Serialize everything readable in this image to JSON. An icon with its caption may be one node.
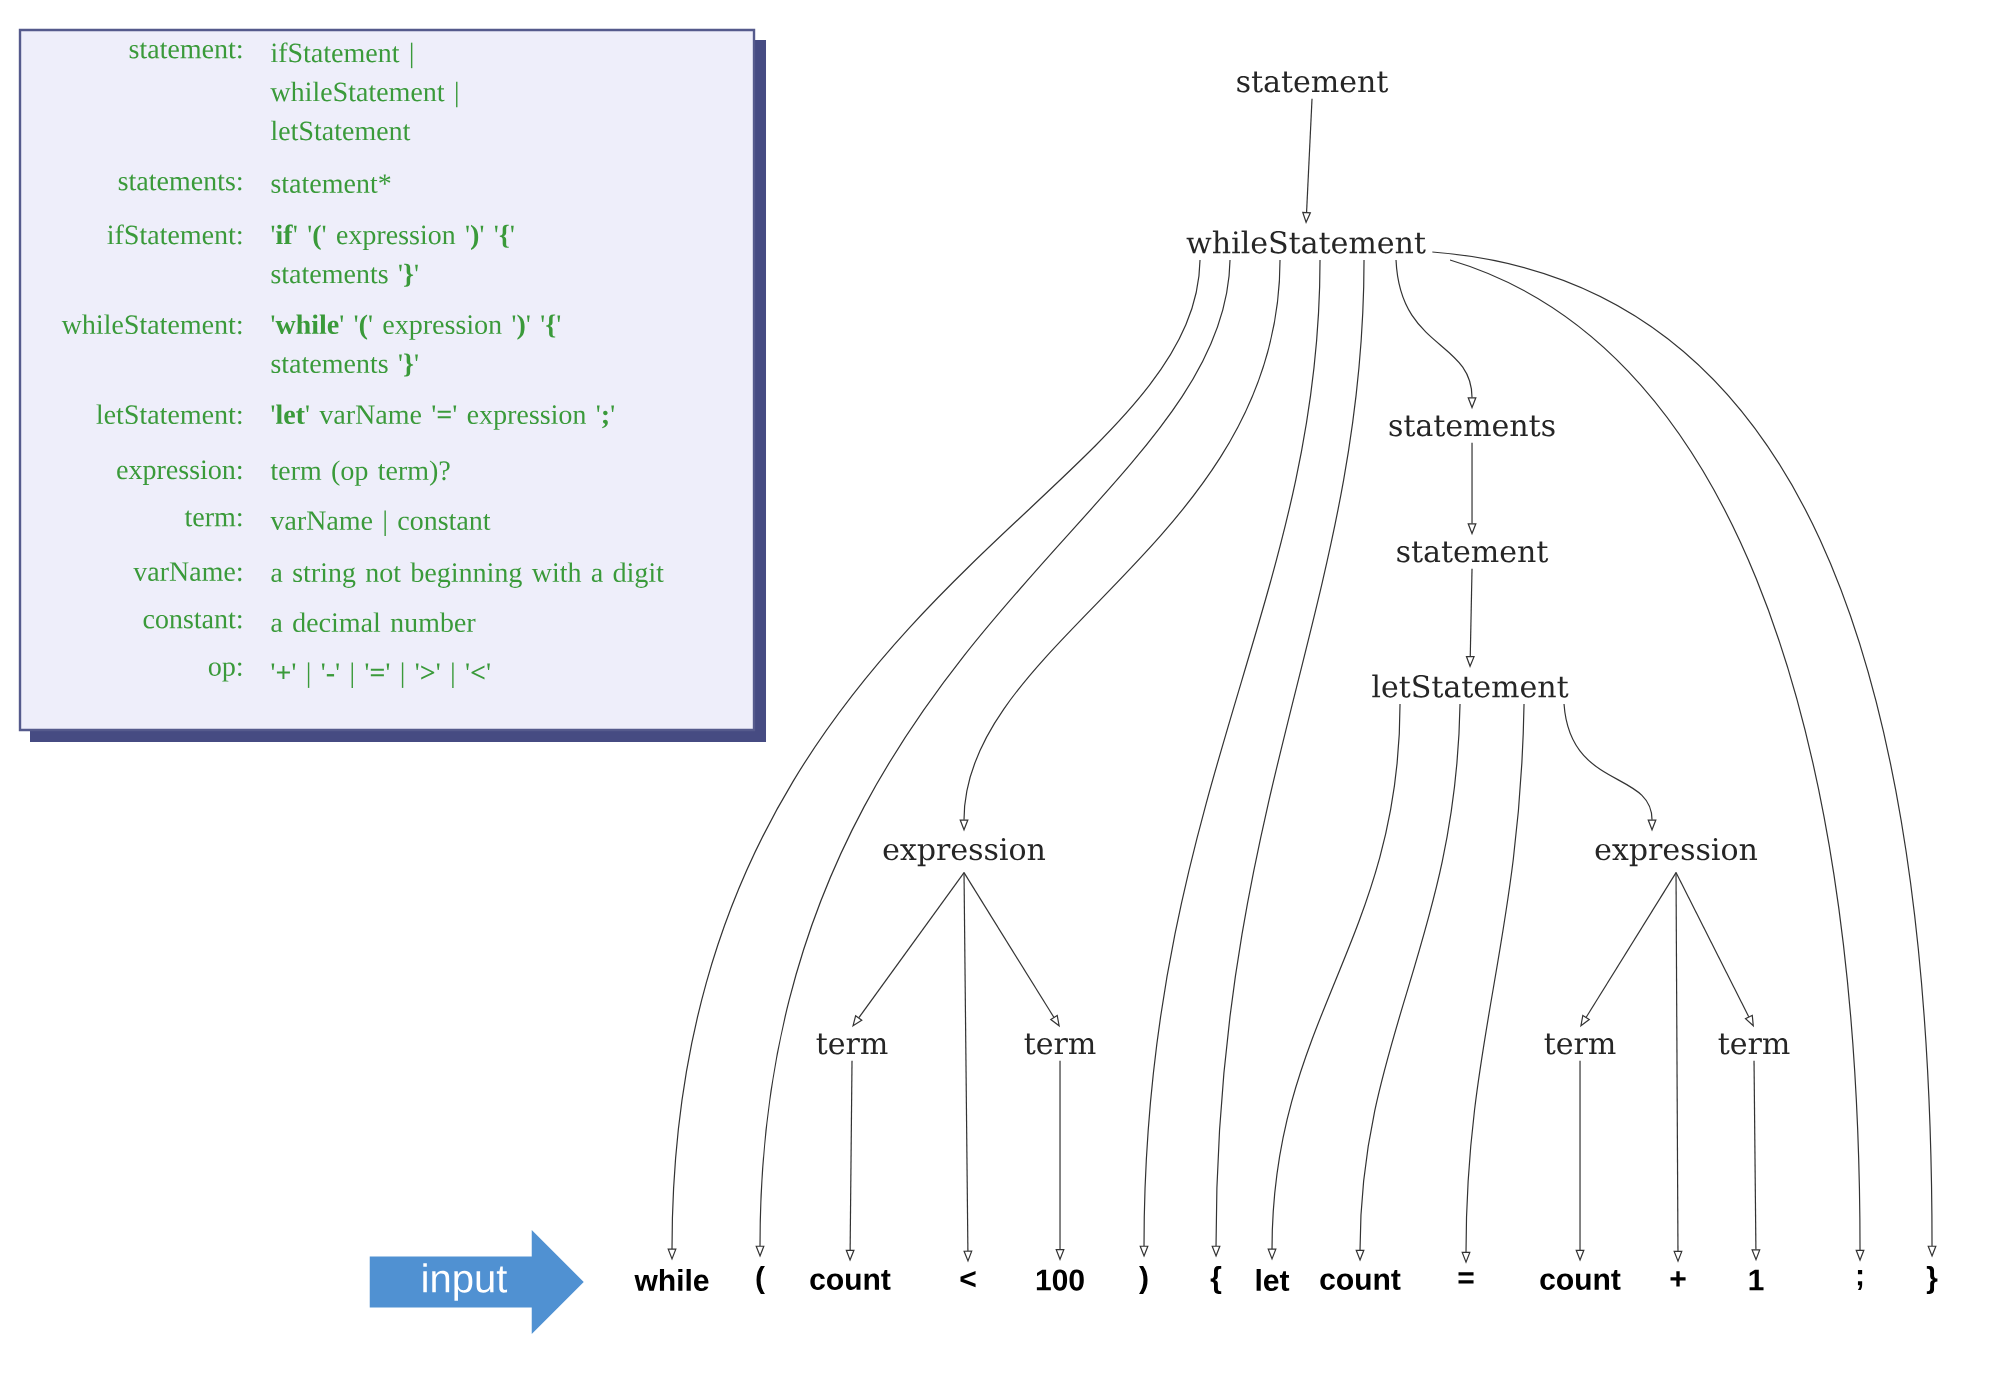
{
  "diagram": {
    "nodes": [
      {
        "text": [
          "statement:",
          "ifStatement | whileStatement | letStatement",
          "statements:",
          "statement*",
          "ifStatement:",
          "'**if**' '**(**' expression '**)**' '**{**' statements '**}**'",
          "whileStatement:",
          "'**while**' '**(**' expression '**)**' '**{**' statements '**}**'",
          "letStatement:",
          "'**let**' varName '**=**' expression '**;**'",
          "expression:",
          "term (op term)?",
          "term:",
          "varName | constant",
          "varName:",
          "a string not beginning with a digit",
          "constant:",
          "a decimal number",
          "op:",
          "'**+**' | '**-**' | '**=**' | '**>**' | '**<**'"
        ]
      },
      {
        "text": [
          "statement"
        ]
      },
      {
        "text": [
          "whileStatement"
        ]
      },
      {
        "text": [
          "statements"
        ]
      },
      {
        "text": [
          "statement"
        ]
      },
      {
        "text": [
          "letStatement"
        ]
      },
      {
        "text": [
          "expression"
        ]
      },
      {
        "text": [
          "term"
        ]
      },
      {
        "text": [
          "term"
        ]
      },
      {
        "text": [
          "expression"
        ]
      },
      {
        "text": [
          "term"
        ]
      },
      {
        "text": [
          "term"
        ]
      },
      {
        "text": [
          "input"
        ]
      },
      {
        "text": [
          "while"
        ]
      },
      {
        "text": [
          "("
        ]
      },
      {
        "text": [
          "count"
        ]
      },
      {
        "text": [
          "<"
        ]
      },
      {
        "text": [
          "100"
        ]
      },
      {
        "text": [
          ")"
        ]
      },
      {
        "text": [
          "{"
        ]
      },
      {
        "text": [
          "let"
        ]
      },
      {
        "text": [
          "count"
        ]
      },
      {
        "text": [
          "="
        ]
      },
      {
        "text": [
          "count"
        ]
      },
      {
        "text": [
          "+"
        ]
      },
      {
        "text": [
          "1"
        ]
      },
      {
        "text": [
          ";"
        ]
      },
      {
        "text": [
          "}"
        ]
      }
    ],
    "edges": [
      {
        "from": 1,
        "to": 2,
        "arrow": "to"
      },
      {
        "from": 2,
        "to": 13,
        "arrow": "to"
      },
      {
        "from": 2,
        "to": 14,
        "arrow": "to"
      },
      {
        "from": 2,
        "to": 6,
        "arrow": "to"
      },
      {
        "from": 2,
        "to": 18,
        "arrow": "to"
      },
      {
        "from": 2,
        "to": 19,
        "arrow": "to"
      },
      {
        "from": 2,
        "to": 3,
        "arrow": "to"
      },
      {
        "from": 2,
        "to": 26,
        "arrow": "to"
      },
      {
        "from": 2,
        "to": 27,
        "arrow": "to"
      },
      {
        "from": 3,
        "to": 4,
        "arrow": "to"
      },
      {
        "from": 4,
        "to": 5,
        "arrow": "to"
      },
      {
        "from": 5,
        "to": 20,
        "arrow": "to"
      },
      {
        "from": 5,
        "to": 21,
        "arrow": "to"
      },
      {
        "from": 5,
        "to": 22,
        "arrow": "to"
      },
      {
        "from": 5,
        "to": 9,
        "arrow": "to"
      },
      {
        "from": 6,
        "to": 7,
        "arrow": "to"
      },
      {
        "from": 6,
        "to": 16,
        "arrow": "to"
      },
      {
        "from": 6,
        "to": 8,
        "arrow": "to"
      },
      {
        "from": 7,
        "to": 15,
        "arrow": "to"
      },
      {
        "from": 8,
        "to": 17,
        "arrow": "to"
      },
      {
        "from": 9,
        "to": 10,
        "arrow": "to"
      },
      {
        "from": 9,
        "to": 24,
        "arrow": "to"
      },
      {
        "from": 9,
        "to": 11,
        "arrow": "to"
      },
      {
        "from": 10,
        "to": 23,
        "arrow": "to"
      },
      {
        "from": 11,
        "to": 25,
        "arrow": "to"
      }
    ]
  }
}
